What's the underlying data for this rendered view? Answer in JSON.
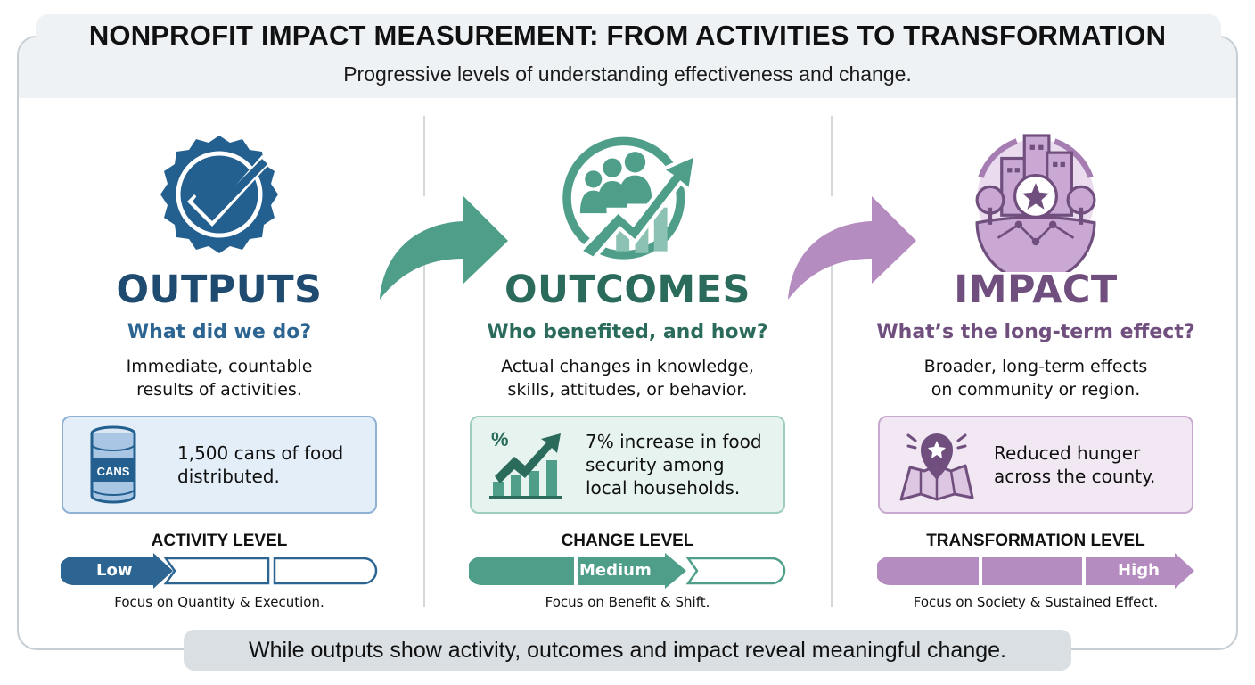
{
  "header": {
    "title": "NONPROFIT IMPACT MEASUREMENT: FROM ACTIVITIES TO TRANSFORMATION",
    "subtitle": "Progressive levels of understanding effectiveness and change."
  },
  "columns": [
    {
      "key": "outputs",
      "icon": "checkmark-badge-icon",
      "heading": "OUTPUTS",
      "question": "What did we do?",
      "description_line1": "Immediate, countable",
      "description_line2": "results of activities.",
      "example": {
        "icon": "food-can-icon",
        "icon_label": "CANS",
        "line1": "1,500 cans of food",
        "line2": "distributed."
      },
      "level_title": "ACTIVITY LEVEL",
      "level_label": "Low",
      "level_index": 1,
      "focus": "Focus on Quantity & Execution.",
      "colors": {
        "primary": "#2d6592",
        "dark": "#1f4b70",
        "light_bg": "#e4eef8",
        "border": "#8fb1d3"
      }
    },
    {
      "key": "outcomes",
      "icon": "people-growth-chart-icon",
      "heading": "OUTCOMES",
      "question": "Who benefited, and how?",
      "description_line1": "Actual changes in knowledge,",
      "description_line2": "skills, attitudes, or behavior.",
      "example": {
        "icon": "percent-growth-chart-icon",
        "line1": "7% increase in food",
        "line2": "security among",
        "line3": "local households."
      },
      "level_title": "CHANGE LEVEL",
      "level_label": "Medium",
      "level_index": 2,
      "focus": "Focus on Benefit & Shift.",
      "colors": {
        "primary": "#4e9e8a",
        "dark": "#2b6b5c",
        "light_bg": "#e6f3ef",
        "border": "#9ccdbf"
      }
    },
    {
      "key": "impact",
      "icon": "community-city-star-icon",
      "heading": "IMPACT",
      "question": "What’s the long-term effect?",
      "description_line1": "Broader, long-term effects",
      "description_line2": "on community or region.",
      "example": {
        "icon": "map-pin-star-icon",
        "line1": "Reduced hunger",
        "line2": "across the county."
      },
      "level_title": "TRANSFORMATION LEVEL",
      "level_label": "High",
      "level_index": 3,
      "focus": "Focus on Society & Sustained Effect.",
      "colors": {
        "primary": "#b48cbf",
        "dark": "#704f7e",
        "light_bg": "#f1e8f3",
        "border": "#c7a8cf"
      }
    }
  ],
  "flow_arrows": [
    {
      "from": "outputs",
      "to": "outcomes",
      "color": "#4e9e8a"
    },
    {
      "from": "outcomes",
      "to": "impact",
      "color": "#b48cbf"
    }
  ],
  "footer": {
    "text": "While outputs show activity, outcomes and impact reveal meaningful change."
  }
}
